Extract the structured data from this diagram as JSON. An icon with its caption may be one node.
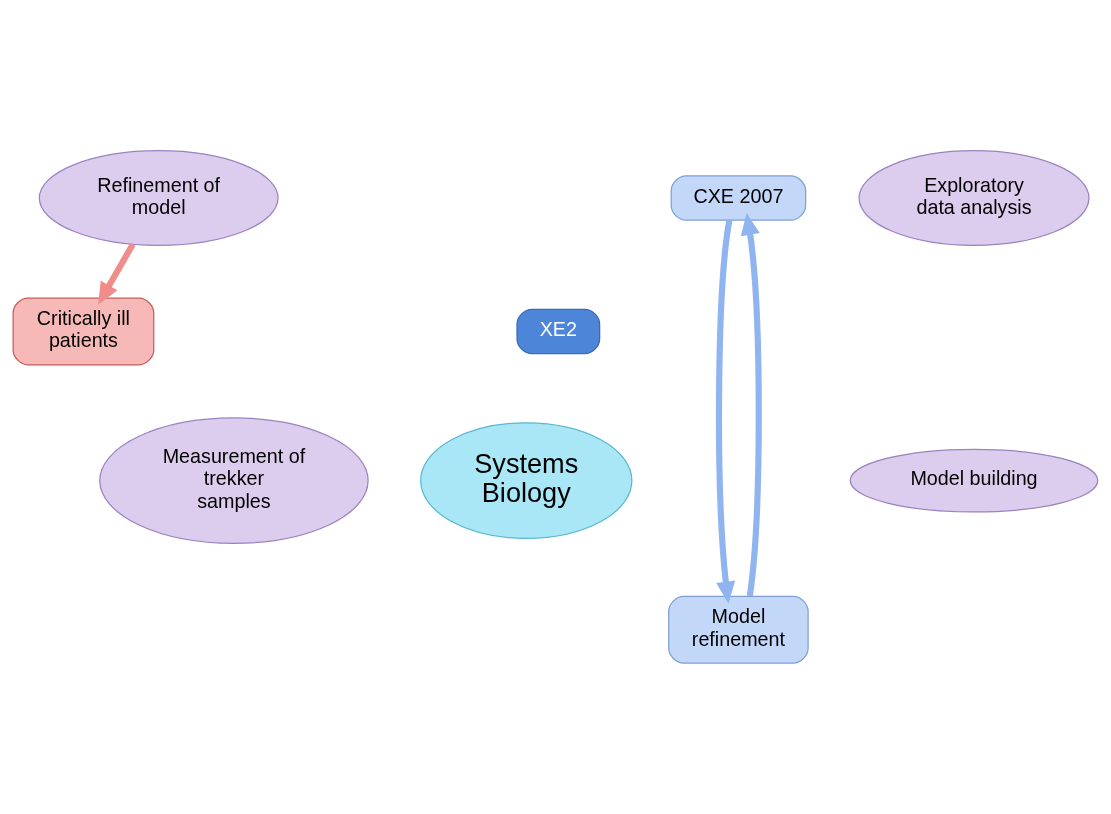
{
  "diagram": {
    "nodes": [
      {
        "text": [
          "Critically ill patients"
        ]
      },
      {
        "text": [
          "CXE 2007"
        ]
      },
      {
        "text": [
          "XE2"
        ]
      },
      {
        "text": [
          "Refinement of model"
        ]
      },
      {
        "text": [
          "Exploratory data analysis"
        ]
      },
      {
        "text": [
          "Systems Biology"
        ]
      },
      {
        "text": [
          "Measurement of trekker samples"
        ]
      },
      {
        "text": [
          "Model building"
        ]
      },
      {
        "text": [
          "Model refinement"
        ]
      }
    ],
    "edges": [
      {
        "from": 3,
        "to": 0,
        "arrow": "to",
        "color": "#f08c8a"
      },
      {
        "from": 1,
        "to": 8,
        "arrow": "to"
      },
      {
        "from": 8,
        "to": 1,
        "arrow": "to"
      }
    ]
  }
}
